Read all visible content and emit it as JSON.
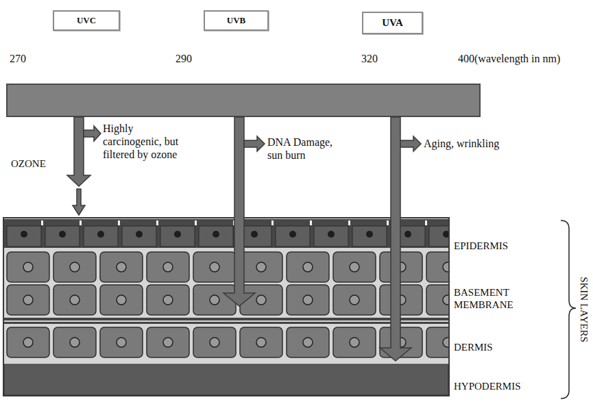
{
  "diagram": {
    "nodes": [
      {
        "text": [
          "UVC"
        ]
      },
      {
        "text": [
          "UVB"
        ]
      },
      {
        "text": [
          "UVA"
        ]
      }
    ],
    "labels": [
      "270",
      "290",
      "320",
      "400(wavelength in nm)",
      "Highly carcinogenic, but filtered by ozone",
      "OZONE",
      "DNA Damage, sun burn",
      "Aging, wrinkling",
      "EPIDERMIS",
      "BASEMENT MEMBRANE",
      "DERMIS",
      "HYPODERMIS",
      "SKIN LAYERS"
    ]
  }
}
